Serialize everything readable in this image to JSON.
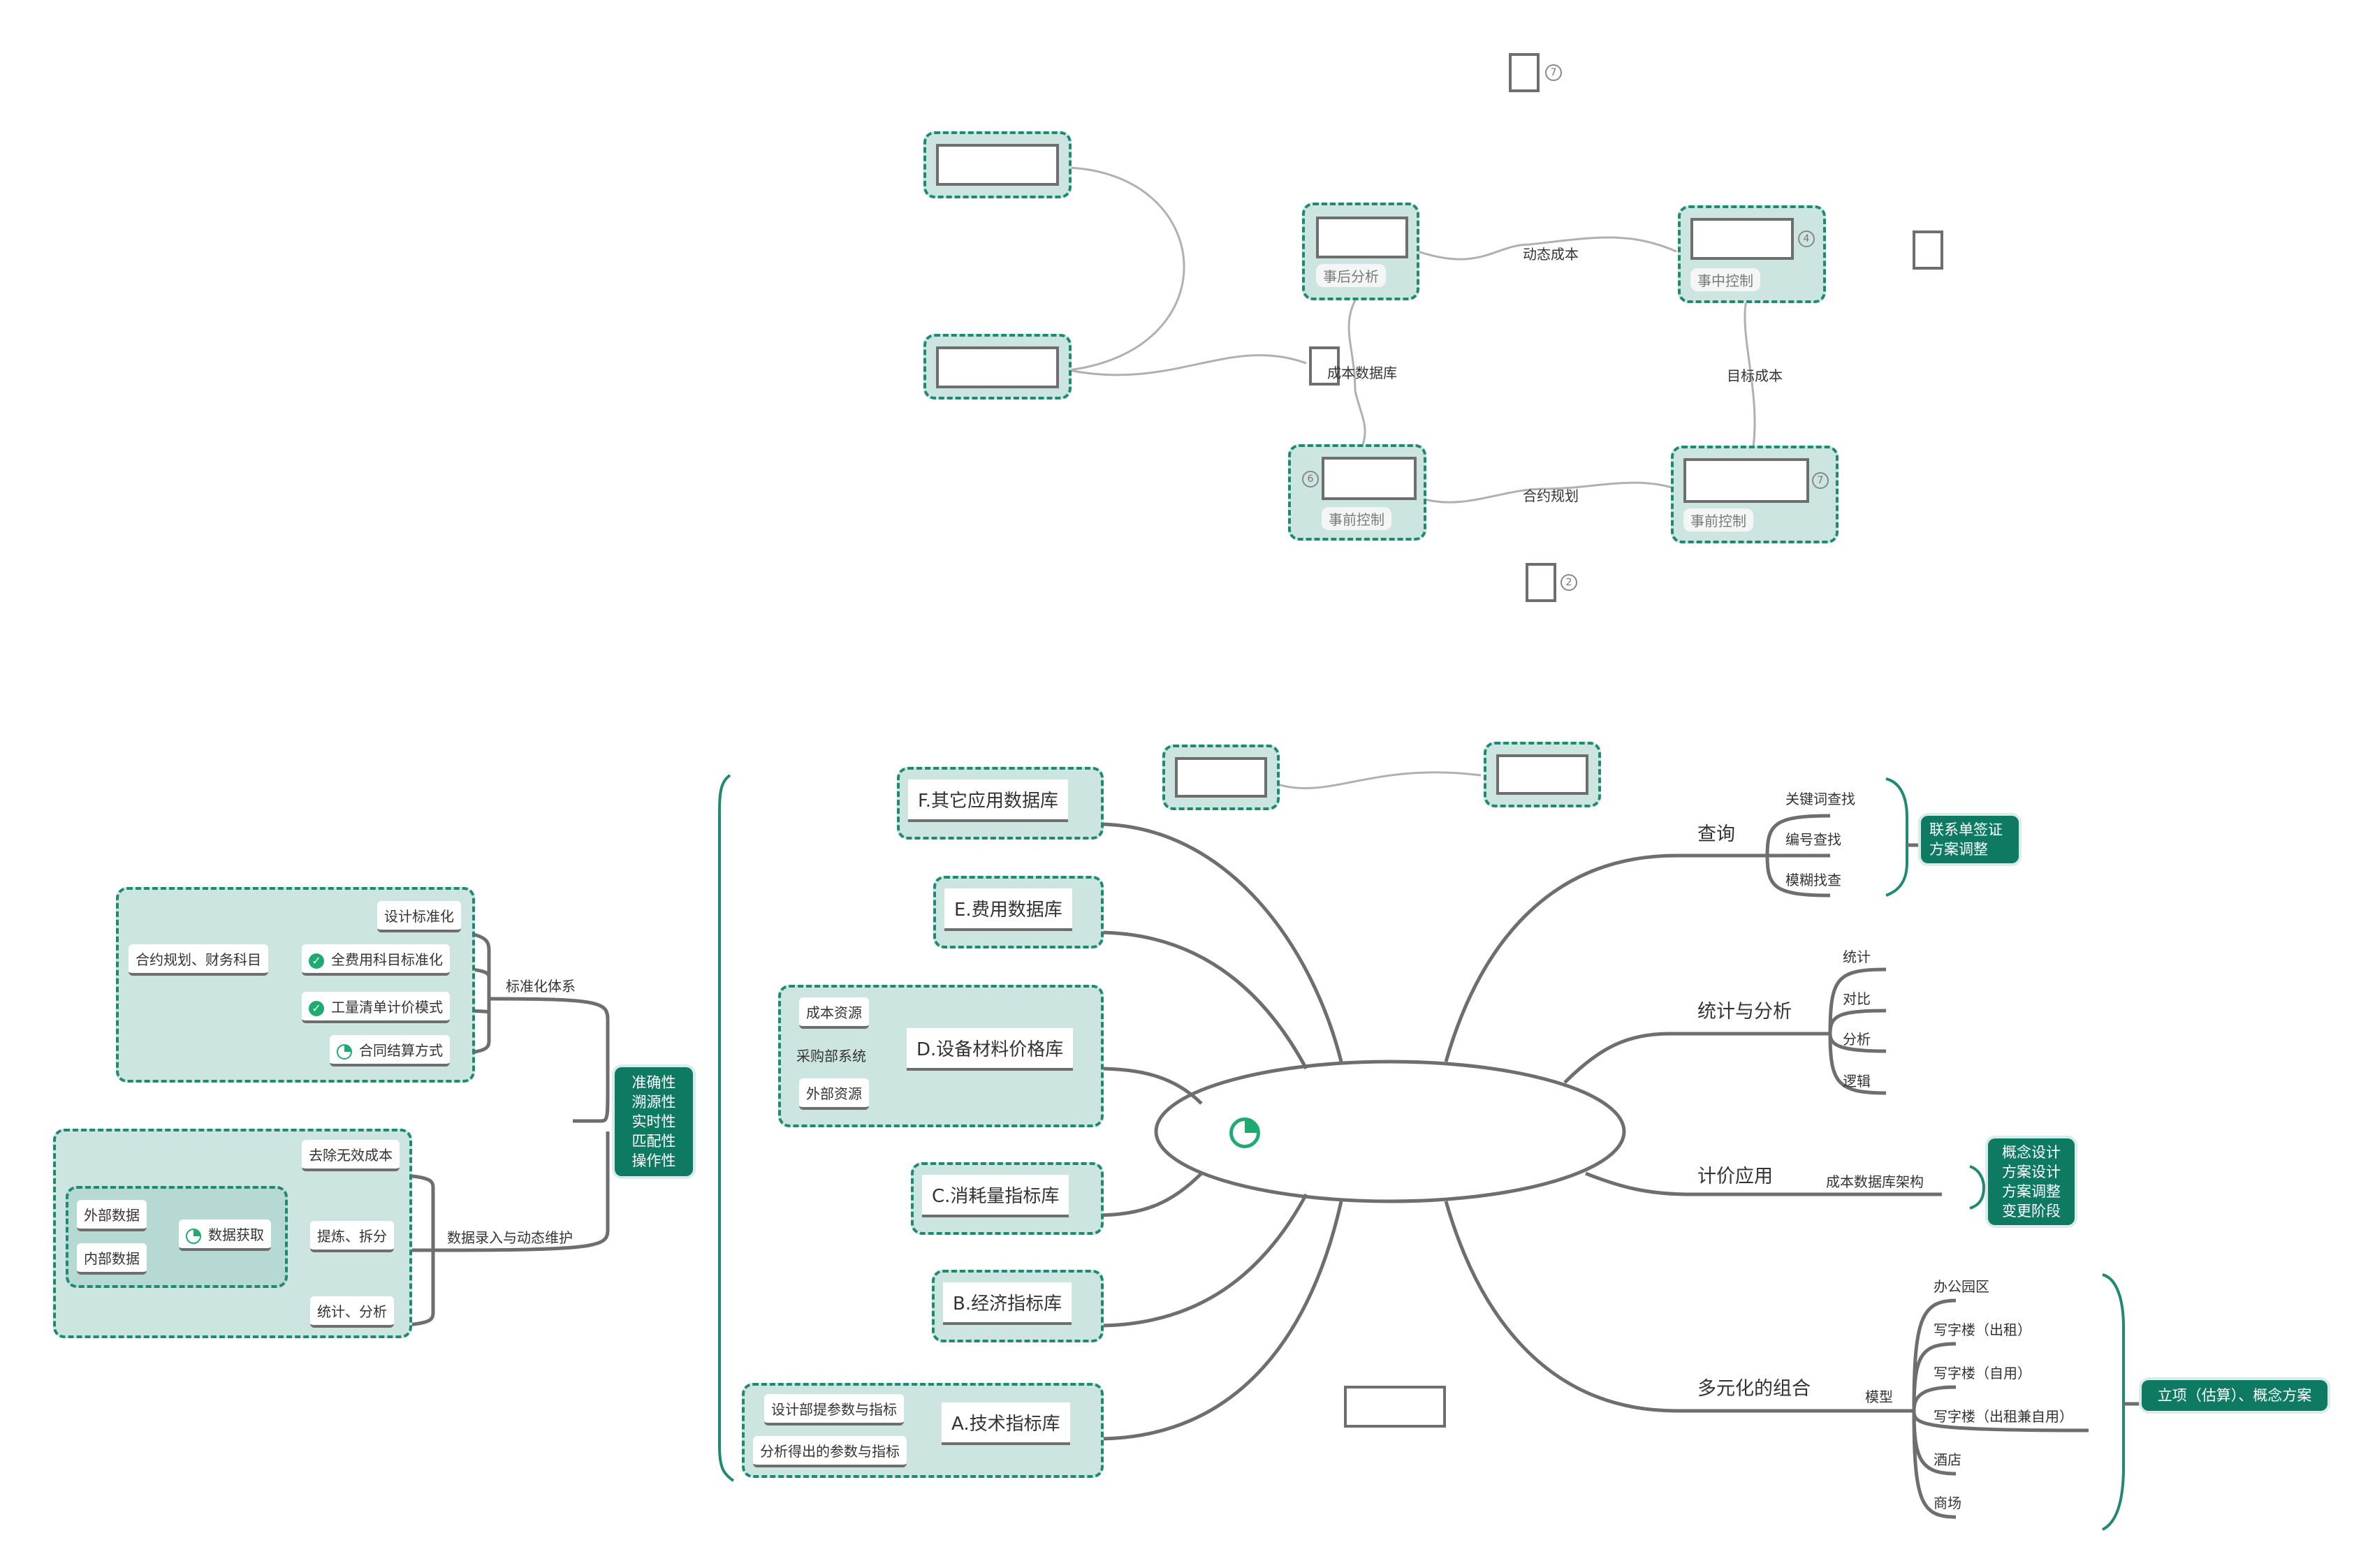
{
  "cycle": {
    "edge_dynamic": "动态成本",
    "edge_target": "目标成本",
    "edge_contract": "合约规划",
    "center": "成本数据库",
    "post_analysis": "事后分析",
    "in_control": "事中控制",
    "pre_control_left": "事前控制",
    "pre_control_right": "事前控制",
    "badge_top": "7",
    "badge_in": "4",
    "badge_pre_left": "6",
    "badge_pre_right": "7",
    "badge_bottom": "2"
  },
  "left": {
    "qualities": [
      "准确性",
      "溯源性",
      "实时性",
      "匹配性",
      "操作性"
    ],
    "std_system": "标准化体系",
    "std_items": {
      "design": "设计标准化",
      "contract": "合约规划、财务科目",
      "full_cost": "全费用科目标准化",
      "bill": "工量清单计价模式",
      "settlement": "合同结算方式"
    },
    "data_entry": "数据录入与动态维护",
    "entry_items": {
      "remove": "去除无效成本",
      "external": "外部数据",
      "internal": "内部数据",
      "acquire": "数据获取",
      "refine": "提炼、拆分",
      "stats": "统计、分析"
    }
  },
  "categories": {
    "f": "F.其它应用数据库",
    "e": "E.费用数据库",
    "d": "D.设备材料价格库",
    "d_items": [
      "成本资源",
      "采购部系统",
      "外部资源"
    ],
    "c": "C.消耗量指标库",
    "b": "B.经济指标库",
    "a": "A.技术指标库",
    "a_items": [
      "设计部提参数与指标",
      "分析得出的参数与指标"
    ]
  },
  "right": {
    "query": "查询",
    "query_items": [
      "关键词查找",
      "编号查找",
      "模糊找查"
    ],
    "query_result": [
      "联系单签证",
      "方案调整"
    ],
    "stats": "统计与分析",
    "stats_items": [
      "统计",
      "对比",
      "分析",
      "逻辑"
    ],
    "pricing": "计价应用",
    "pricing_item": "成本数据库架构",
    "pricing_result": [
      "概念设计",
      "方案设计",
      "方案调整",
      "变更阶段"
    ],
    "combo": "多元化的组合",
    "model": "模型",
    "model_items": [
      "办公园区",
      "写字楼（出租）",
      "写字楼（自用）",
      "写字楼（出租兼自用）",
      "酒店",
      "商场"
    ],
    "combo_result": "立项（估算）、概念方案"
  }
}
